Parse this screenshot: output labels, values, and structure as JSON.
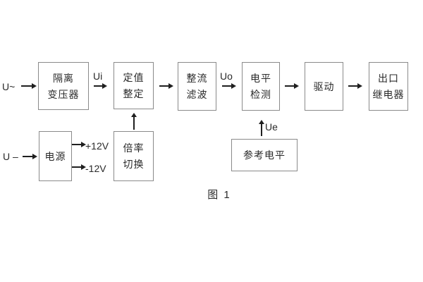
{
  "figure": {
    "caption": "图 1",
    "colors": {
      "line": "#8a8a8a",
      "arrow": "#1f1f1f",
      "text": "#2a2a2a",
      "background": "#ffffff"
    }
  },
  "boxes": {
    "isolation": {
      "l1": "隔离",
      "l2": "变压器"
    },
    "setpoint": {
      "l1": "定值",
      "l2": "整定"
    },
    "rectifier": {
      "l1": "整流",
      "l2": "滤波"
    },
    "level": {
      "l1": "电平",
      "l2": "检测"
    },
    "driver": {
      "l1": "驱动"
    },
    "relay": {
      "l1": "出口",
      "l2": "继电器"
    },
    "power": {
      "l1": "电源"
    },
    "ratio": {
      "l1": "倍率",
      "l2": "切换"
    },
    "reference": {
      "l1": "参考电平"
    }
  },
  "labels": {
    "input_ac": "U~",
    "input_dc": "U –",
    "ui": "Ui",
    "uo": "Uo",
    "ue": "Ue",
    "rail_pos": "+12V",
    "rail_neg": "-12V"
  }
}
